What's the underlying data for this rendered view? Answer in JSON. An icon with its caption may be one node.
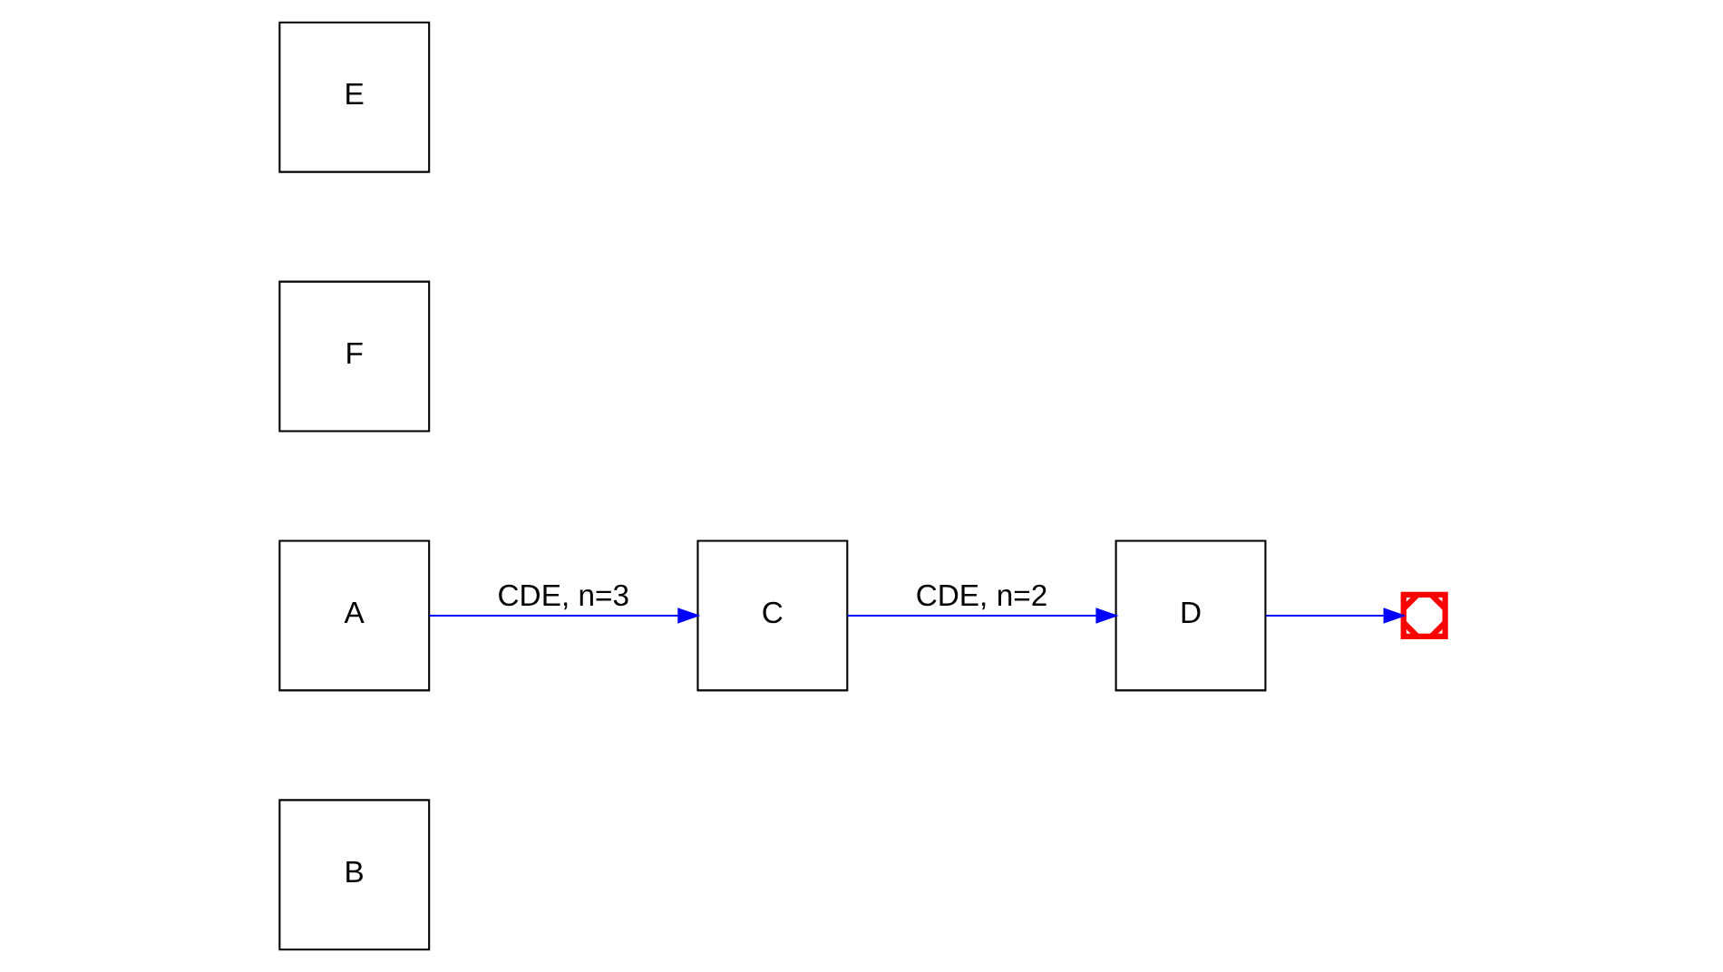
{
  "diagram": {
    "nodes": [
      {
        "text": [
          "B"
        ]
      },
      {
        "text": [
          "A"
        ]
      },
      {
        "text": [
          "D"
        ]
      },
      {
        "text": [
          "F"
        ]
      },
      {
        "text": [
          "C"
        ]
      },
      {
        "text": [
          "E"
        ]
      },
      {
        "text": [],
        "shape": "cross"
      }
    ],
    "edges": [
      {
        "from": 1,
        "to": 4,
        "arrow": "to",
        "label": "CDE, n=3"
      },
      {
        "from": 4,
        "to": 2,
        "arrow": "to",
        "label": "CDE, n=2"
      },
      {
        "from": 2,
        "to": 6,
        "arrow": "to"
      }
    ]
  }
}
